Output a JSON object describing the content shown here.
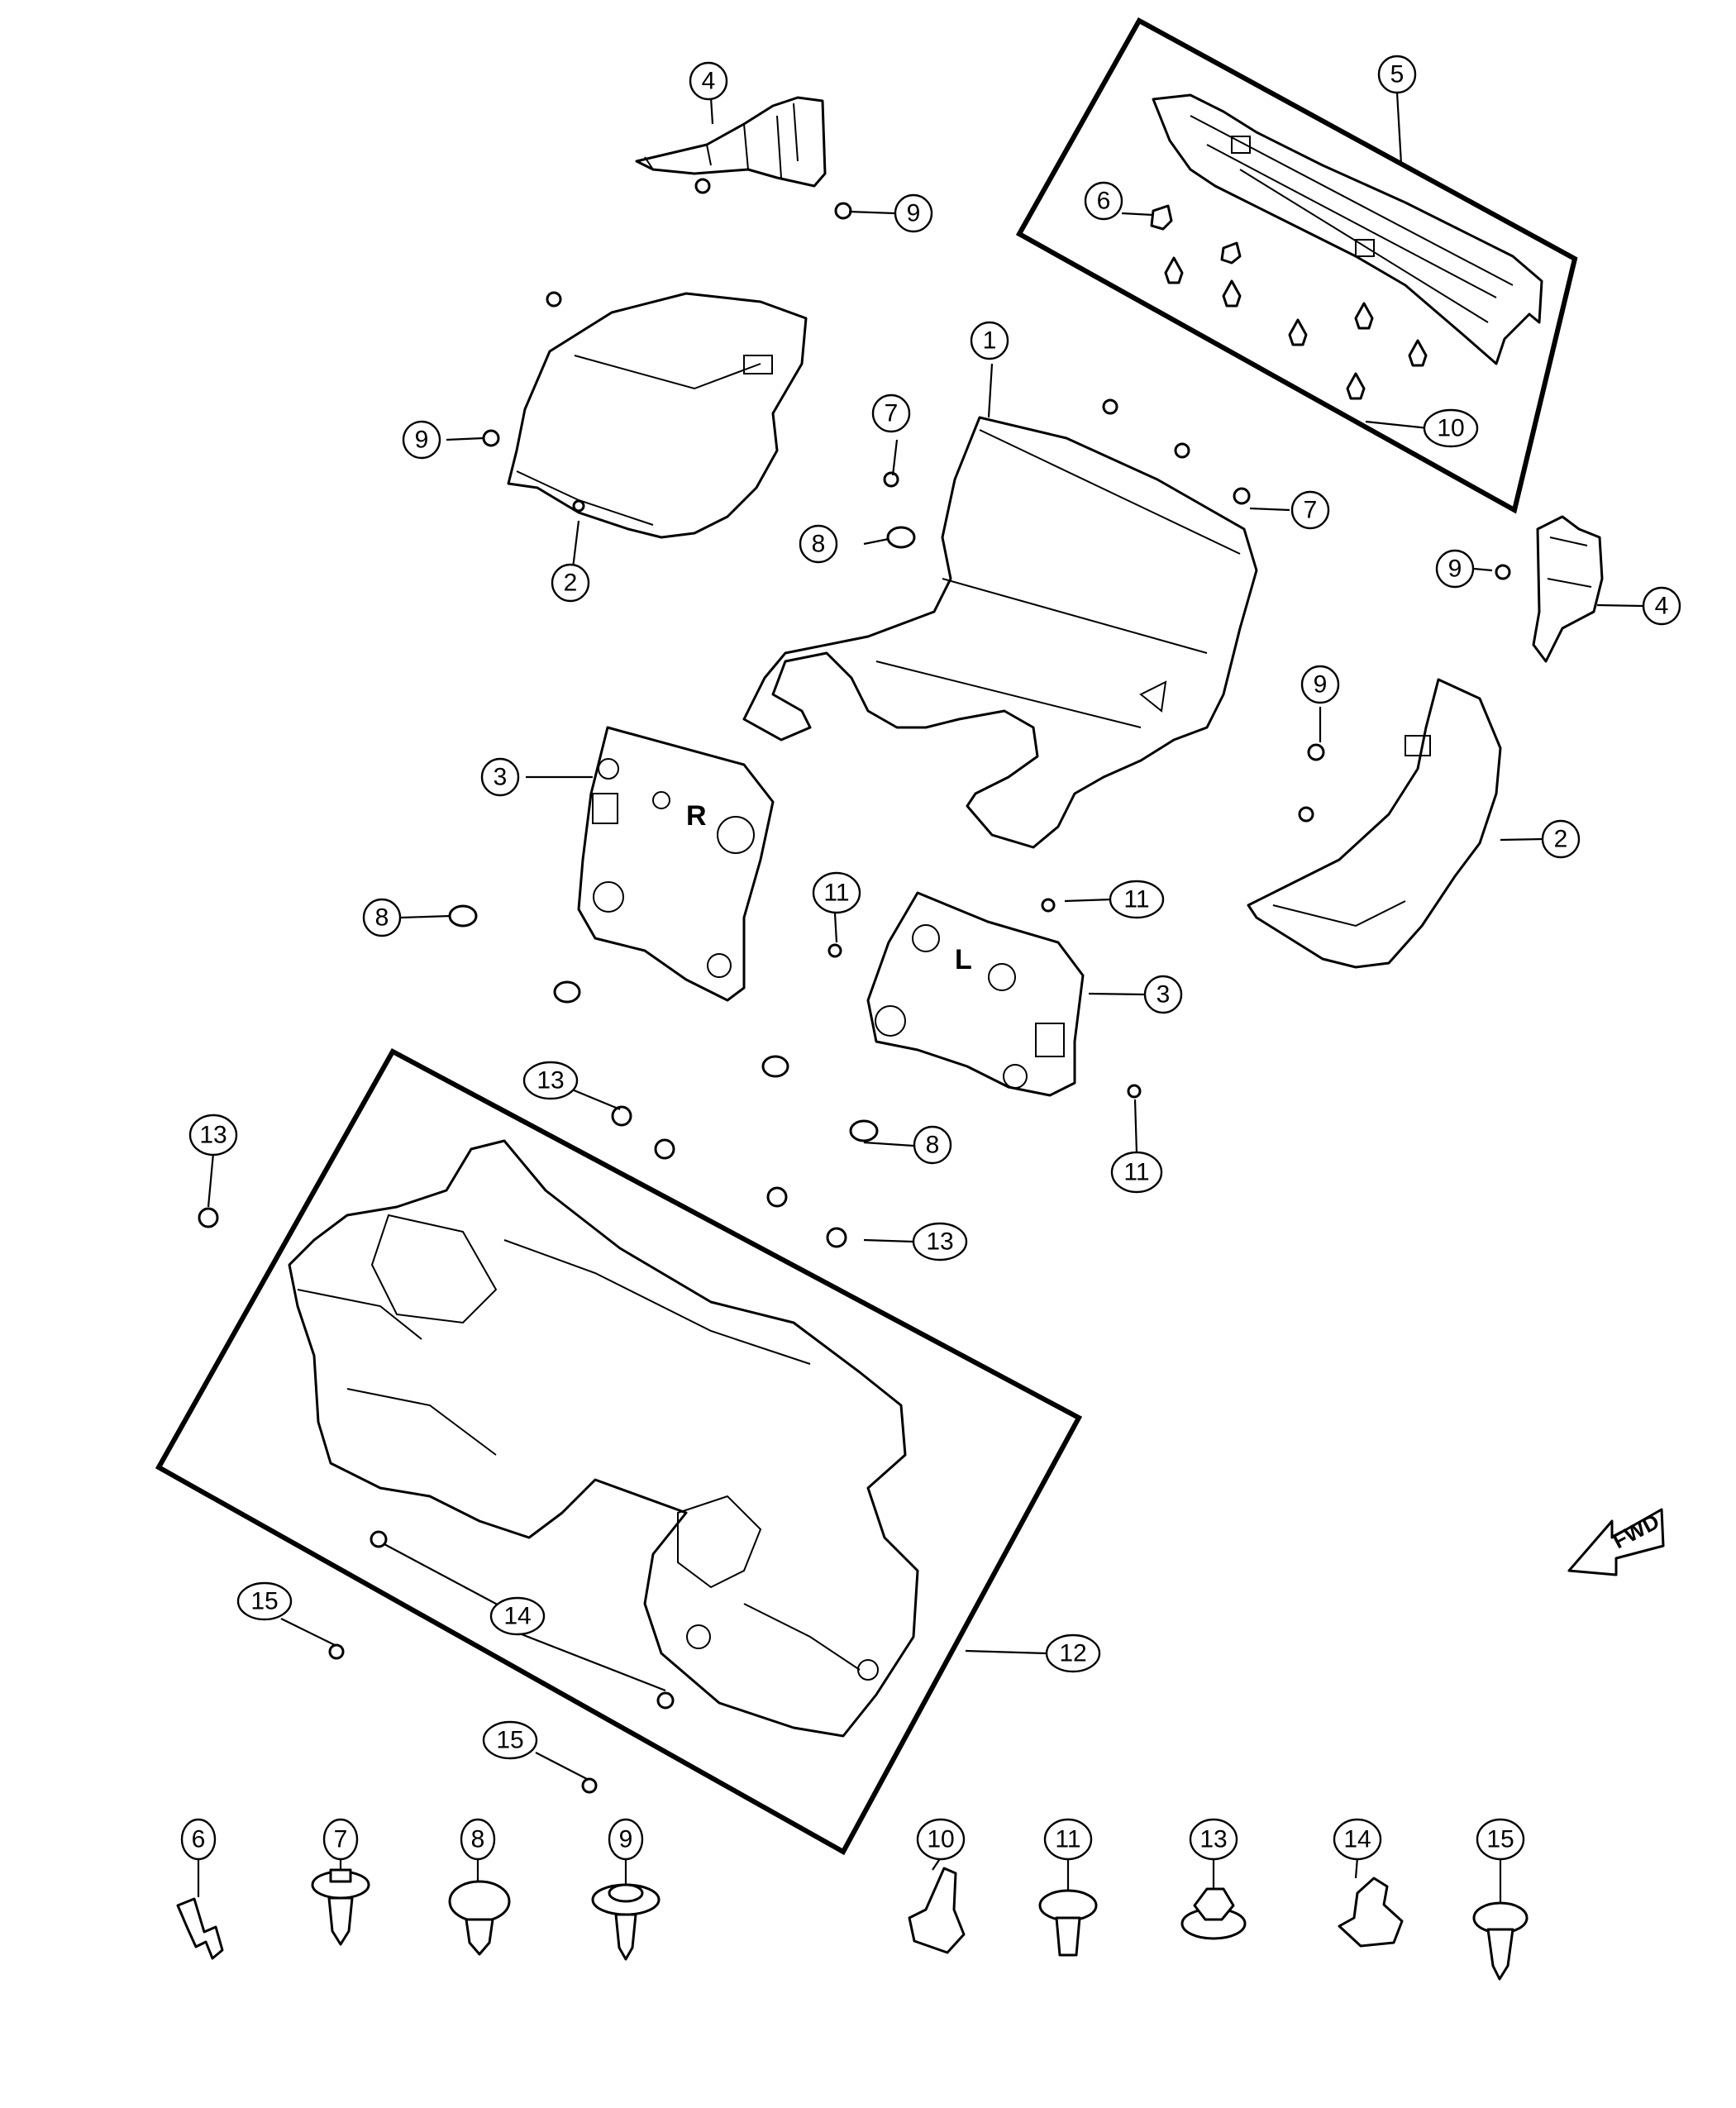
{
  "diagram": {
    "panel_marks": {
      "right_insulator_mark": "R",
      "left_insulator_mark": "L"
    },
    "fwd_label": "FWD",
    "callouts": [
      {
        "id": "c1",
        "label": "1"
      },
      {
        "id": "c2a",
        "label": "2"
      },
      {
        "id": "c2b",
        "label": "2"
      },
      {
        "id": "c3a",
        "label": "3"
      },
      {
        "id": "c3b",
        "label": "3"
      },
      {
        "id": "c4a",
        "label": "4"
      },
      {
        "id": "c4b",
        "label": "4"
      },
      {
        "id": "c5",
        "label": "5"
      },
      {
        "id": "c6",
        "label": "6"
      },
      {
        "id": "c7a",
        "label": "7"
      },
      {
        "id": "c7b",
        "label": "7"
      },
      {
        "id": "c8a",
        "label": "8"
      },
      {
        "id": "c8b",
        "label": "8"
      },
      {
        "id": "c8c",
        "label": "8"
      },
      {
        "id": "c9a",
        "label": "9"
      },
      {
        "id": "c9b",
        "label": "9"
      },
      {
        "id": "c9c",
        "label": "9"
      },
      {
        "id": "c9d",
        "label": "9"
      },
      {
        "id": "c10",
        "label": "10"
      },
      {
        "id": "c11a",
        "label": "11"
      },
      {
        "id": "c11b",
        "label": "11"
      },
      {
        "id": "c11c",
        "label": "11"
      },
      {
        "id": "c12",
        "label": "12"
      },
      {
        "id": "c13a",
        "label": "13"
      },
      {
        "id": "c13b",
        "label": "13"
      },
      {
        "id": "c13c",
        "label": "13"
      },
      {
        "id": "c14",
        "label": "14"
      },
      {
        "id": "c15a",
        "label": "15"
      },
      {
        "id": "c15b",
        "label": "15"
      }
    ],
    "legend": [
      {
        "id": "l6",
        "label": "6"
      },
      {
        "id": "l7",
        "label": "7"
      },
      {
        "id": "l8",
        "label": "8"
      },
      {
        "id": "l9",
        "label": "9"
      },
      {
        "id": "l10",
        "label": "10"
      },
      {
        "id": "l11",
        "label": "11"
      },
      {
        "id": "l13",
        "label": "13"
      },
      {
        "id": "l14",
        "label": "14"
      },
      {
        "id": "l15",
        "label": "15"
      }
    ]
  }
}
